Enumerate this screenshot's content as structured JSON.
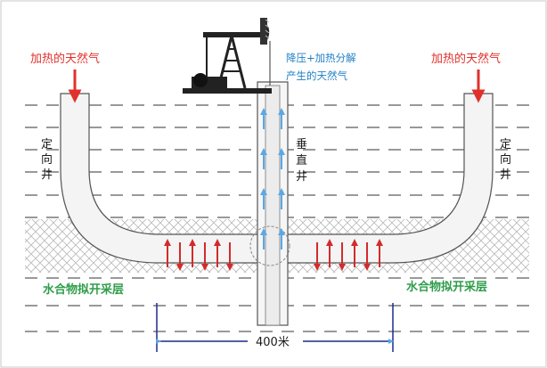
{
  "labels": {
    "heated_gas_left": "加热的天然气",
    "heated_gas_right": "加热的天然气",
    "depressurize_line1": "降压+加热分解",
    "depressurize_line2": "产生的天然气",
    "directional_well_left": "定向井",
    "directional_well_right": "定向井",
    "vertical_well": "垂直井",
    "hydrate_layer_left": "水合物拟开采层",
    "hydrate_layer_right": "水合物拟开采层",
    "distance": "400米"
  },
  "colors": {
    "red": "#e0312b",
    "blue_text": "#1f7fc4",
    "green_text": "#2e9d4a",
    "dark_text": "#1a1a1a",
    "pipe_fill": "#f4f4f4",
    "pipe_stroke": "#555555",
    "strata_line": "#333333",
    "arrow_blue": "#5aa8e6",
    "arrow_red": "#d22b2b",
    "distance_line": "#1c2a8c"
  },
  "icons": {
    "pump_jack": "pump-jack-icon"
  }
}
